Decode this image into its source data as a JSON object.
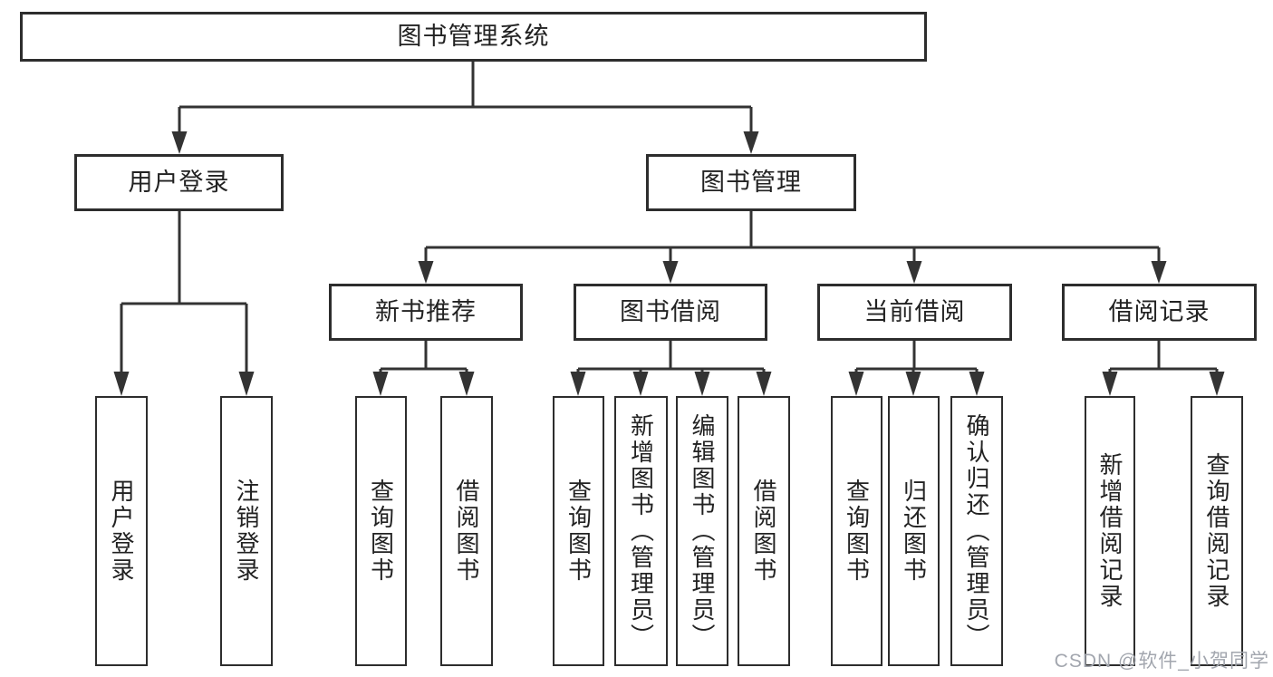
{
  "tree": {
    "label": "图书管理系统",
    "children": [
      {
        "label": "用户登录",
        "children": [
          {
            "label": "用户登录"
          },
          {
            "label": "注销登录"
          }
        ]
      },
      {
        "label": "图书管理",
        "children": [
          {
            "label": "新书推荐",
            "children": [
              {
                "label": "查询图书"
              },
              {
                "label": "借阅图书"
              }
            ]
          },
          {
            "label": "图书借阅",
            "children": [
              {
                "label": "查询图书"
              },
              {
                "label": "新增图书（管理员）"
              },
              {
                "label": "编辑图书（管理员）"
              },
              {
                "label": "借阅图书"
              }
            ]
          },
          {
            "label": "当前借阅",
            "children": [
              {
                "label": "查询图书"
              },
              {
                "label": "归还图书"
              },
              {
                "label": "确认归还（管理员）"
              }
            ]
          },
          {
            "label": "借阅记录",
            "children": [
              {
                "label": "新增借阅记录"
              },
              {
                "label": "查询借阅记录"
              }
            ]
          }
        ]
      }
    ]
  },
  "watermark": {
    "text": "CSDN @软件_小贺同学"
  },
  "colors": {
    "line": "#333333",
    "box_border": "#2d2d2d",
    "text": "#222222",
    "background": "#ffffff",
    "watermark": "#a2a6ae"
  }
}
